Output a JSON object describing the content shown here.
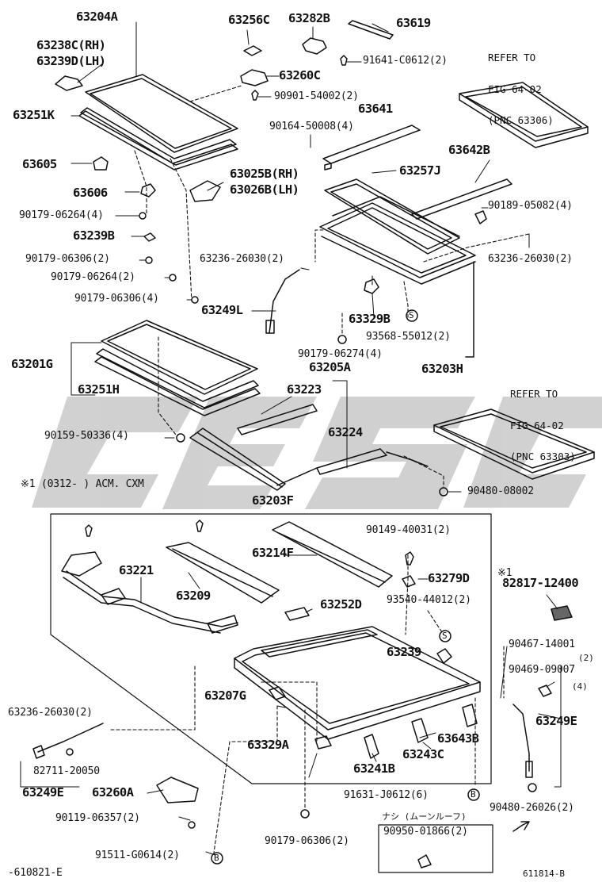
{
  "diagram": {
    "diagram_code": "611814-B",
    "footer_ref": "-610821-E",
    "note_option": "※1 (0312-      ) ACM. CXM",
    "callouts": [
      {
        "id": "p63204A",
        "text": "63204A"
      },
      {
        "id": "p63238C",
        "text": "63238C(RH)"
      },
      {
        "id": "p63239D",
        "text": "63239D(LH)"
      },
      {
        "id": "p63251K",
        "text": "63251K"
      },
      {
        "id": "p63605",
        "text": "63605"
      },
      {
        "id": "p63606",
        "text": "63606"
      },
      {
        "id": "p90179_06264a",
        "text": "90179-06264(4)"
      },
      {
        "id": "p63239B",
        "text": "63239B"
      },
      {
        "id": "p90179_06306a",
        "text": "90179-06306(2)"
      },
      {
        "id": "p90179_06264b",
        "text": "90179-06264(2)"
      },
      {
        "id": "p90179_06306b",
        "text": "90179-06306(4)"
      },
      {
        "id": "p63256C",
        "text": "63256C"
      },
      {
        "id": "p63282B",
        "text": "63282B"
      },
      {
        "id": "p63619",
        "text": "63619"
      },
      {
        "id": "p91641",
        "text": "91641-C0612(2)"
      },
      {
        "id": "p63260C",
        "text": "63260C"
      },
      {
        "id": "p90901",
        "text": "90901-54002(2)"
      },
      {
        "id": "p63641",
        "text": "63641"
      },
      {
        "id": "p90164",
        "text": "90164-50008(4)"
      },
      {
        "id": "p63025B",
        "text": "63025B(RH)"
      },
      {
        "id": "p63026B",
        "text": "63026B(LH)"
      },
      {
        "id": "p63257J",
        "text": "63257J"
      },
      {
        "id": "p63642B",
        "text": "63642B"
      },
      {
        "id": "p90189",
        "text": "90189-05082(4)"
      },
      {
        "id": "p63236a",
        "text": "63236-26030(2)"
      },
      {
        "id": "p63236b",
        "text": "63236-26030(2)"
      },
      {
        "id": "p63249L",
        "text": "63249L"
      },
      {
        "id": "p63329B",
        "text": "63329B"
      },
      {
        "id": "p93568",
        "text": "93568-55012(2)"
      },
      {
        "id": "p90179_06274",
        "text": "90179-06274(4)"
      },
      {
        "id": "p63203H",
        "text": "63203H"
      },
      {
        "id": "p63201G",
        "text": "63201G"
      },
      {
        "id": "p63251H",
        "text": "63251H"
      },
      {
        "id": "p63205A",
        "text": "63205A"
      },
      {
        "id": "p63223",
        "text": "63223"
      },
      {
        "id": "p63224",
        "text": "63224"
      },
      {
        "id": "p90159",
        "text": "90159-50336(4)"
      },
      {
        "id": "p90480_08002",
        "text": "90480-08002"
      },
      {
        "id": "p63203F",
        "text": "63203F"
      },
      {
        "id": "p90149",
        "text": "90149-40031(2)"
      },
      {
        "id": "p63214F",
        "text": "63214F"
      },
      {
        "id": "p63221",
        "text": "63221"
      },
      {
        "id": "p63279D",
        "text": "63279D"
      },
      {
        "id": "p82817_mark",
        "text": "※1"
      },
      {
        "id": "p82817",
        "text": "82817-12400"
      },
      {
        "id": "p63209",
        "text": "63209"
      },
      {
        "id": "p93540",
        "text": "93540-44012(2)"
      },
      {
        "id": "p63252D",
        "text": "63252D"
      },
      {
        "id": "p63239",
        "text": "63239"
      },
      {
        "id": "p90467",
        "text": "90467-14001"
      },
      {
        "id": "p90467_qty",
        "text": "(2)"
      },
      {
        "id": "p90469",
        "text": "90469-09007"
      },
      {
        "id": "p90469_qty",
        "text": "(4)"
      },
      {
        "id": "p63207G",
        "text": "63207G"
      },
      {
        "id": "p63249E_r",
        "text": "63249E"
      },
      {
        "id": "p63236c",
        "text": "63236-26030(2)"
      },
      {
        "id": "p63643B",
        "text": "63643B"
      },
      {
        "id": "p63329A",
        "text": "63329A"
      },
      {
        "id": "p63243C",
        "text": "63243C"
      },
      {
        "id": "p82711",
        "text": "82711-20050"
      },
      {
        "id": "p63241B",
        "text": "63241B"
      },
      {
        "id": "p63249E_l",
        "text": "63249E"
      },
      {
        "id": "p63260A",
        "text": "63260A"
      },
      {
        "id": "p91631",
        "text": "91631-J0612(6)"
      },
      {
        "id": "p90119",
        "text": "90119-06357(2)"
      },
      {
        "id": "p90480_26026",
        "text": "90480-26026(2)"
      },
      {
        "id": "p90179_06306c",
        "text": "90179-06306(2)"
      },
      {
        "id": "p90950",
        "text": "90950-01866(2)"
      },
      {
        "id": "p91511",
        "text": "91511-G0614(2)"
      }
    ],
    "references": [
      {
        "id": "ref_top",
        "lines": [
          "REFER TO",
          "FIG 64-02",
          "(PNC 63306)"
        ]
      },
      {
        "id": "ref_mid",
        "lines": [
          "REFER TO",
          "FIG 64-02",
          "(PNC 63303)"
        ]
      }
    ],
    "nashi_label": "ナシ (ムーンルーフ)",
    "markers": {
      "S": "S",
      "B": "B"
    }
  },
  "colors": {
    "line": "#111111",
    "watermark": "#bdbdbd"
  }
}
